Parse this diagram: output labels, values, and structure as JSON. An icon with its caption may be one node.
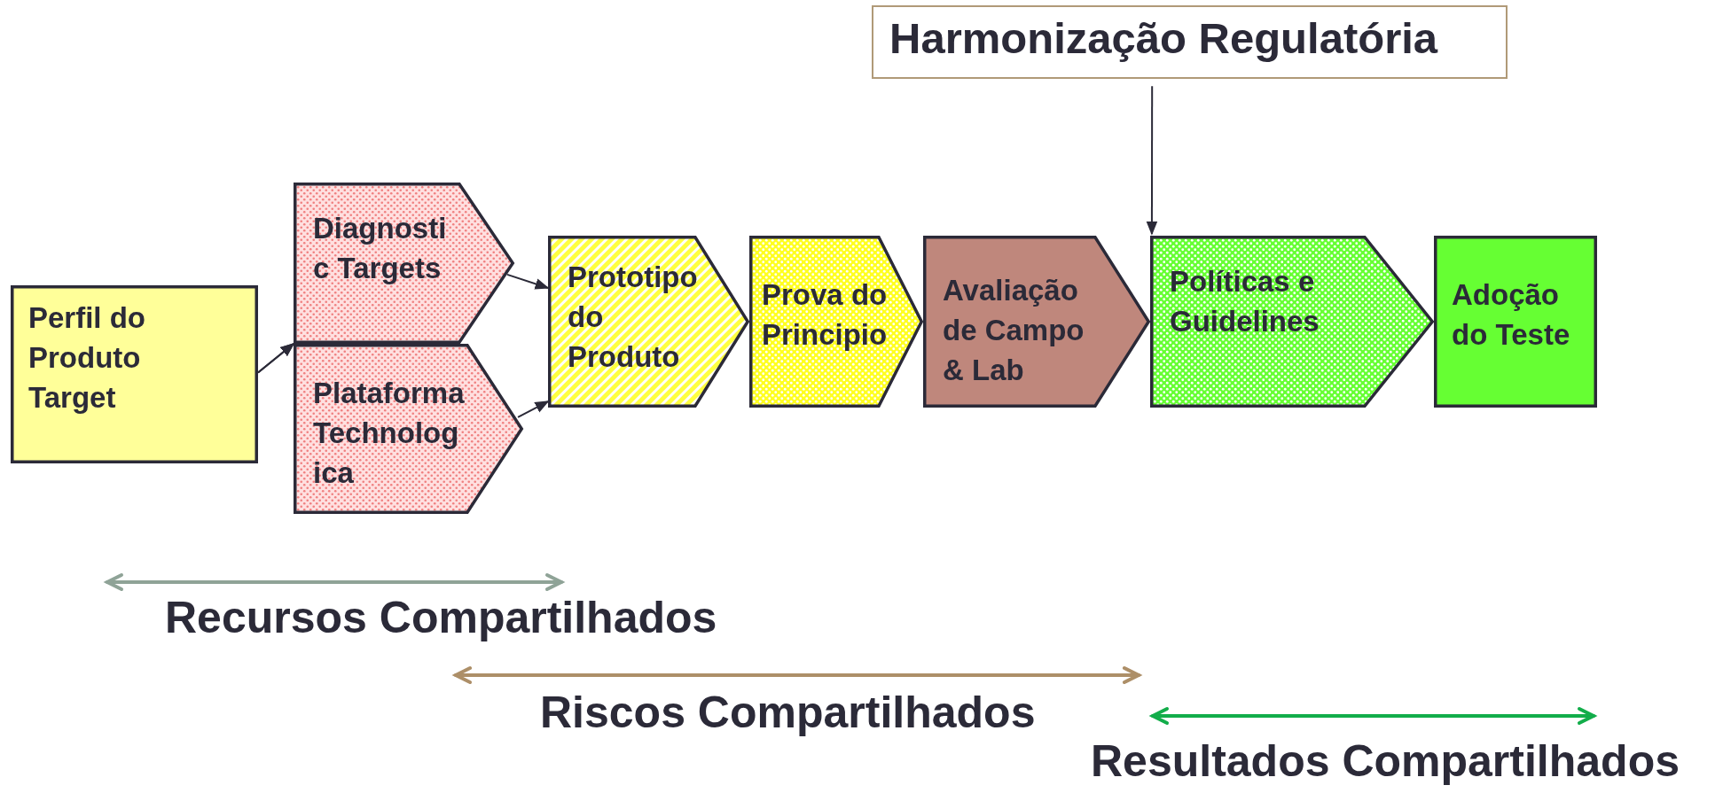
{
  "diagram": {
    "nodes": [
      {
        "text": [
          "Harmonização Regulatória"
        ]
      },
      {
        "text": [
          "Perfil do Produto Target"
        ]
      },
      {
        "text": [
          "Diagnostic Targets"
        ]
      },
      {
        "text": [
          "PlataformaTechnologica"
        ]
      },
      {
        "text": [
          "Prototipo do Produto"
        ]
      },
      {
        "text": [
          "Prova do Principio"
        ]
      },
      {
        "text": [
          "Avaliação de Campo & Lab"
        ]
      },
      {
        "text": [
          "Políticas e Guidelines"
        ]
      },
      {
        "text": [
          "Adoção do Teste"
        ]
      }
    ],
    "edges": [
      {
        "from": 1,
        "to": 2,
        "arrow": "to"
      },
      {
        "from": 1,
        "to": 3,
        "arrow": "to"
      },
      {
        "from": 2,
        "to": 4,
        "arrow": "to"
      },
      {
        "from": 3,
        "to": 4,
        "arrow": "to"
      },
      {
        "from": 0,
        "to": 7,
        "arrow": "to"
      }
    ],
    "labels": [
      "Recursos Compartilhados",
      "Riscos Compartilhados",
      "Resultados Compartilhados"
    ]
  }
}
